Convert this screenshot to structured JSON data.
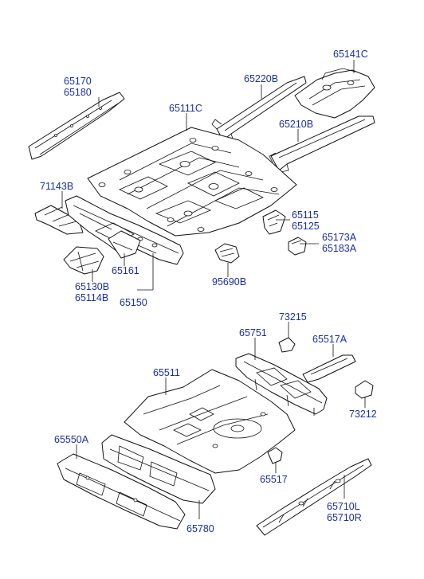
{
  "labels": {
    "p65141C": "65141C",
    "p65220B": "65220B",
    "p65170": "65170",
    "p65180": "65180",
    "p65111C": "65111C",
    "p65210B": "65210B",
    "p71143B": "71143B",
    "p65115": "65115",
    "p65125": "65125",
    "p65173A": "65173A",
    "p65183A": "65183A",
    "p65161": "65161",
    "p65130B": "65130B",
    "p65114B": "65114B",
    "p65150": "65150",
    "p95690B": "95690B",
    "p73215": "73215",
    "p65751": "65751",
    "p65517A": "65517A",
    "p65511": "65511",
    "p73212": "73212",
    "p65550A": "65550A",
    "p65517": "65517",
    "p65710L": "65710L",
    "p65710R": "65710R",
    "p65780": "65780"
  },
  "colors": {
    "label": "#1a2f9e",
    "line": "#111111",
    "background": "#ffffff"
  }
}
